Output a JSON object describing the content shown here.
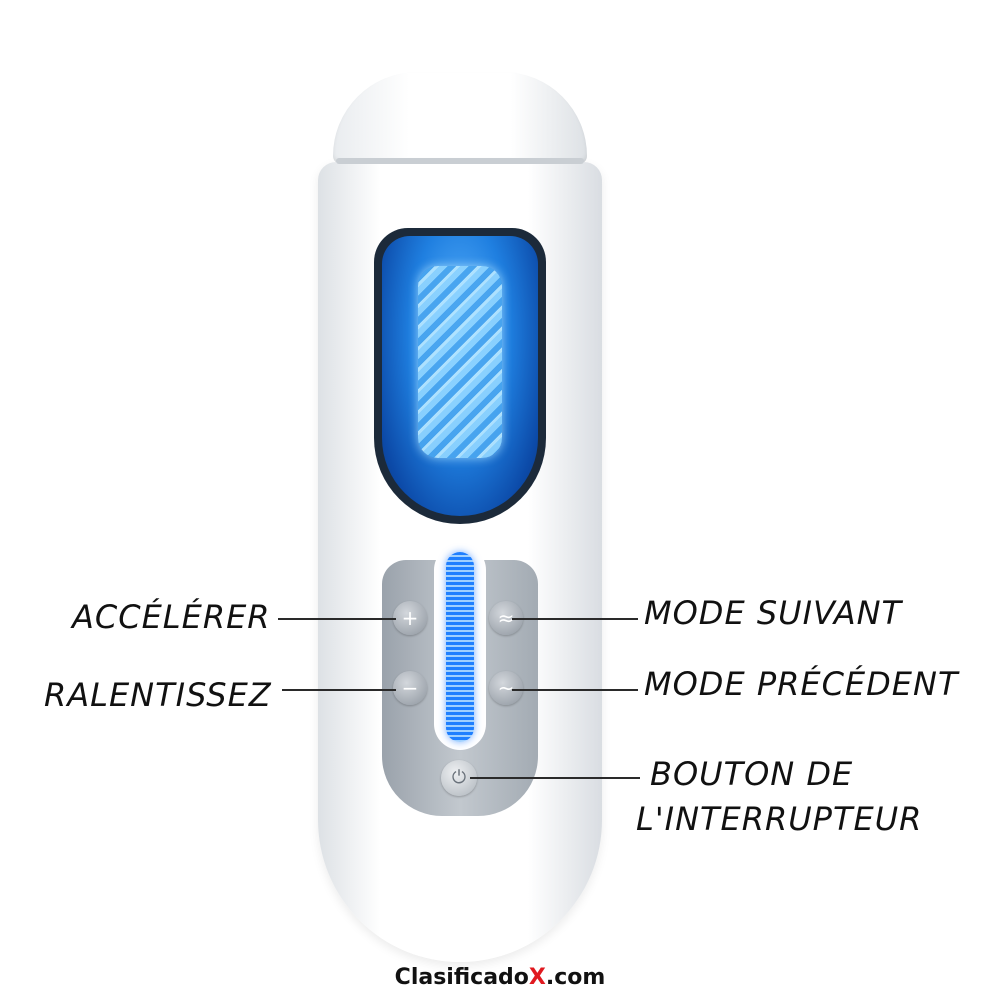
{
  "labels": {
    "accelerate": "ACCÉLÉRER",
    "slow_down": "RALENTISSEZ",
    "next_mode": "MODE SUIVANT",
    "previous_mode": "MODE PRÉCÉDENT",
    "power_line1": "BOUTON DE",
    "power_line2": "L'INTERRUPTEUR"
  },
  "buttons": {
    "plus": {
      "icon": "plus-icon",
      "glyph": "+"
    },
    "minus": {
      "icon": "minus-icon",
      "glyph": "−"
    },
    "next_mode": {
      "icon": "double-wave-icon",
      "glyph": "≈"
    },
    "previous_mode": {
      "icon": "wave-icon",
      "glyph": "~"
    },
    "power": {
      "icon": "power-icon",
      "glyph": "⏻"
    }
  },
  "watermark": {
    "prefix": "Clasificado",
    "highlight": "X",
    "suffix": ".com"
  },
  "colors": {
    "window_blue": "#1f7fe0",
    "panel_gray": "#b0b7be",
    "label_text": "#111111",
    "watermark_accent": "#e0191f"
  }
}
